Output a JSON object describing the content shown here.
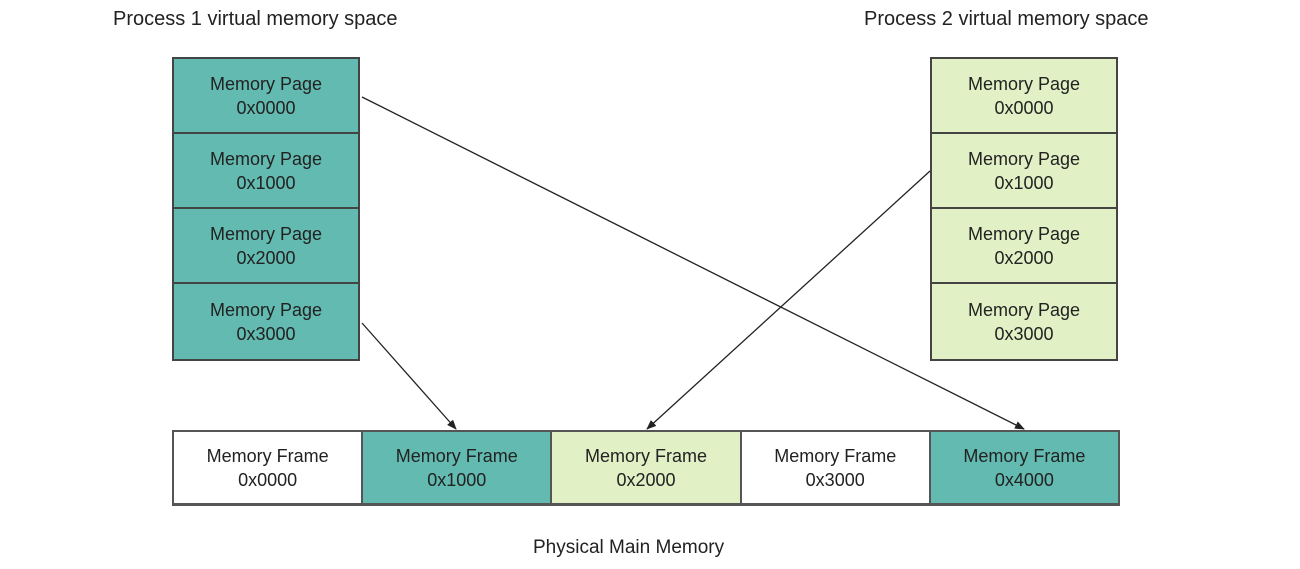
{
  "diagram": {
    "process1": {
      "title": "Process 1 virtual memory space",
      "pages": [
        {
          "label": "Memory Page",
          "address": "0x0000"
        },
        {
          "label": "Memory Page",
          "address": "0x1000"
        },
        {
          "label": "Memory Page",
          "address": "0x2000"
        },
        {
          "label": "Memory Page",
          "address": "0x3000"
        }
      ]
    },
    "process2": {
      "title": "Process 2 virtual memory space",
      "pages": [
        {
          "label": "Memory Page",
          "address": "0x0000"
        },
        {
          "label": "Memory Page",
          "address": "0x1000"
        },
        {
          "label": "Memory Page",
          "address": "0x2000"
        },
        {
          "label": "Memory Page",
          "address": "0x3000"
        }
      ]
    },
    "physical": {
      "title": "Physical Main Memory",
      "frames": [
        {
          "label": "Memory Frame",
          "address": "0x0000",
          "owner": "none"
        },
        {
          "label": "Memory Frame",
          "address": "0x1000",
          "owner": "process1"
        },
        {
          "label": "Memory Frame",
          "address": "0x2000",
          "owner": "process2"
        },
        {
          "label": "Memory Frame",
          "address": "0x3000",
          "owner": "none"
        },
        {
          "label": "Memory Frame",
          "address": "0x4000",
          "owner": "process1"
        }
      ]
    },
    "mappings": [
      {
        "from": "process1",
        "page": "0x0000",
        "to_frame": "0x4000"
      },
      {
        "from": "process1",
        "page": "0x3000",
        "to_frame": "0x1000"
      },
      {
        "from": "process2",
        "page": "0x1000",
        "to_frame": "0x2000"
      }
    ],
    "colors": {
      "process1": "#62bab0",
      "process2": "#e1f0c5",
      "free": "#ffffff",
      "border": "#444444",
      "arrow": "#222222"
    }
  }
}
